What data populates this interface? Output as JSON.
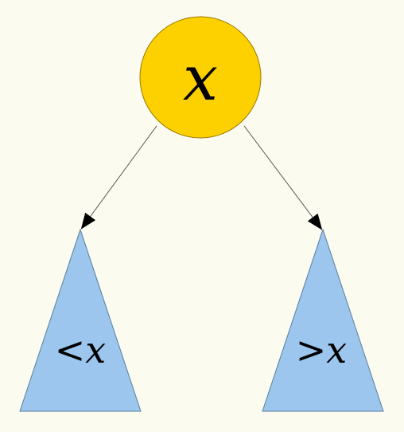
{
  "diagram": {
    "root": {
      "label": "x",
      "fill": "#fdd000",
      "stroke": "#9a7a00"
    },
    "left_subtree": {
      "label": "<x",
      "fill": "#9cc6ee",
      "stroke": "#5a7e9e"
    },
    "right_subtree": {
      "label": ">x",
      "fill": "#9cc6ee",
      "stroke": "#5a7e9e"
    },
    "edge_color": "#555555",
    "background": "#fbfbf0"
  }
}
